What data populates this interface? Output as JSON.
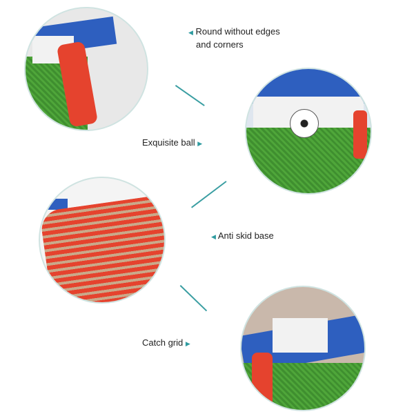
{
  "features": [
    {
      "label_line1": "Round without edges",
      "label_line2": "and corners"
    },
    {
      "label": "Exquisite ball"
    },
    {
      "label": "Anti skid base"
    },
    {
      "label": "Catch grid"
    }
  ],
  "colors": {
    "accent": "#2f9ba0",
    "grass": "#4fa63a",
    "blue": "#2e5fbf",
    "red": "#e5432e"
  }
}
